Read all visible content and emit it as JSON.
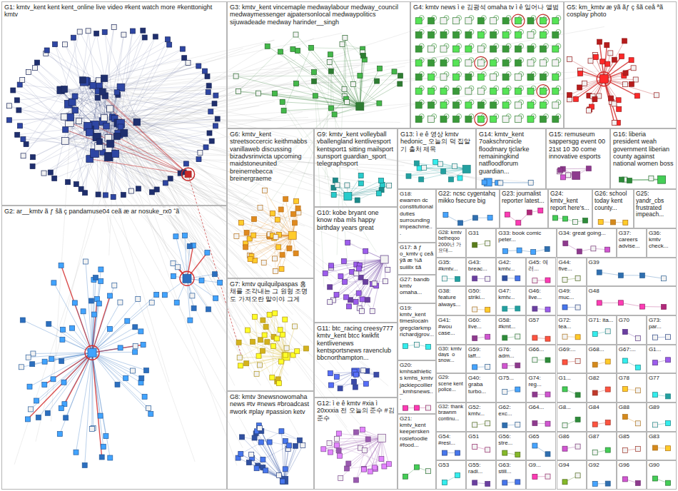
{
  "diagram": {
    "nodes": [
      {
        "text": [
          "G1: kmtv_kent kent kent_online live video #kent watch more #kenttonight kmtv"
        ]
      },
      {
        "text": [
          "G3: kmtv_kent vincemaple medwaylabour medway_council medwaymessenger ajpatersonlocal medwaypolitics sijuwadeade medway harinder__singh"
        ]
      },
      {
        "text": [
          "G4: kmtv news ì e 김광석 omaha tv ì ê 일어나 앨범"
        ]
      },
      {
        "text": [
          "G5: km_kmtv æ ÿã ãƒ ç šã ceå ªã cosplay photo"
        ]
      },
      {
        "text": [
          "G6: kmtv_kent streetsoccercic keithmabbs vanillaweb discussing bizadvsrinvicta upcoming maidstoneunited breinerrebecca breinergraeme"
        ]
      },
      {
        "text": [
          "G9: kmtv_kent volleyball vballengland kentlivesport kentsport1 sitting mailsport sunsport guardian_sport telegraphsport"
        ]
      },
      {
        "text": [
          "G13: ì e ê 영상 kmtv hedonic_ 오늘의 덕 집알기 출처 제목"
        ]
      },
      {
        "text": [
          "G14: kmtv_kent 7oakschronicle floodmary tjclarke remainingkind natfloodforum guardian..."
        ]
      },
      {
        "text": [
          "G15: remuseum sappersgg event 00 21st 10 30 come innovative esports"
        ]
      },
      {
        "text": [
          "G16: liberia president weah government liberian county against national women boss"
        ]
      },
      {
        "text": [
          "G18: ewarren dc constitutional duties surrounding impeachme..."
        ]
      },
      {
        "text": [
          "G22: ncsc cygentahq mikko fsecure big"
        ]
      },
      {
        "text": [
          "G23: journalist reporter latest..."
        ]
      },
      {
        "text": [
          "G24: kmtv_kent report here's..."
        ]
      },
      {
        "text": [
          "G26: school today kent county..."
        ]
      },
      {
        "text": [
          "G25: yandr_cbs frustrated impeach..."
        ]
      },
      {
        "text": [
          "G10: kobe bryant one know nba mls happy birthday years great"
        ]
      },
      {
        "text": [
          "G2: ar__kmtv ã ƒ šã ç pandamuse04 ceã æ ar nosuke_rx0 ˆã"
        ]
      },
      {
        "text": [
          "G28: kmtv betheqoo 2000년 가요대..."
        ]
      },
      {
        "text": [
          "G31"
        ]
      },
      {
        "text": [
          "G33: book comic peter..."
        ]
      },
      {
        "text": [
          "G34: great going..."
        ]
      },
      {
        "text": [
          "G37: careers advise..."
        ]
      },
      {
        "text": [
          "G36: kmtv check..."
        ]
      },
      {
        "text": [
          "G17: ã ƒ o_kmtv ç ceå ÿã æ ¾ã suiillx šã"
        ]
      },
      {
        "text": [
          "G35: #kmtv..."
        ]
      },
      {
        "text": [
          "G43: breac..."
        ]
      },
      {
        "text": [
          "G42: kmtv..."
        ]
      },
      {
        "text": [
          "G45: 여러..."
        ]
      },
      {
        "text": [
          "G44: five..."
        ]
      },
      {
        "text": [
          "G39"
        ]
      },
      {
        "text": [
          "G27: bandb kmtv omaha..."
        ]
      },
      {
        "text": [
          "G7: kmtv quilquilpaspas 홍채를 조각내는 그 원형 조명도 가져오란 말이야 그게"
        ]
      },
      {
        "text": [
          "G38: feature always..."
        ]
      },
      {
        "text": [
          "G50: striki..."
        ]
      },
      {
        "text": [
          "G47: kmtv..."
        ]
      },
      {
        "text": [
          "G46: live..."
        ]
      },
      {
        "text": [
          "G49: muc..."
        ]
      },
      {
        "text": [
          "G48"
        ]
      },
      {
        "text": [
          "G19: kmtv_kent timeslocaln gregclarkmp richardjgrov..."
        ]
      },
      {
        "text": [
          "G41: #wou case..."
        ]
      },
      {
        "text": [
          "G60: live..."
        ]
      },
      {
        "text": [
          "G58: #kmt..."
        ]
      },
      {
        "text": [
          "G57"
        ]
      },
      {
        "text": [
          "G72: tea..."
        ]
      },
      {
        "text": [
          "G71: ita..."
        ]
      },
      {
        "text": [
          "G70"
        ]
      },
      {
        "text": [
          "G73: par..."
        ]
      },
      {
        "text": [
          "G11: btc_racing creesy777 kmtv_kent btcc kwikfit kentlivenews kentsportsnews ravenclub bbcnorthampton..."
        ]
      },
      {
        "text": [
          "G30: kmtv days_o snow..."
        ]
      },
      {
        "text": [
          "G59: laff..."
        ]
      },
      {
        "text": [
          "G76: adm..."
        ]
      },
      {
        "text": [
          "G66..."
        ]
      },
      {
        "text": [
          "G69:..."
        ]
      },
      {
        "text": [
          "G68..."
        ]
      },
      {
        "text": [
          "G67:..."
        ]
      },
      {
        "text": [
          "G1..."
        ]
      },
      {
        "text": [
          "G20: kmhsathletics kmhs_kmtv jackiepcollier _kmhsnews..."
        ]
      },
      {
        "text": [
          "G29: scene kent police..."
        ]
      },
      {
        "text": [
          "G40: graba turbo..."
        ]
      },
      {
        "text": [
          "G75..."
        ]
      },
      {
        "text": [
          "G74: reg..."
        ]
      },
      {
        "text": [
          "G1..."
        ]
      },
      {
        "text": [
          "G82"
        ]
      },
      {
        "text": [
          "G78"
        ]
      },
      {
        "text": [
          "G77"
        ]
      },
      {
        "text": [
          "G8: kmtv 3newsnowomaha news #tv #news #broadcast #work #play #passion ketv"
        ]
      },
      {
        "text": [
          "G12: ì e ê kmtv #xia ì 20xxxia 전 오늘의 준수 #김준수"
        ]
      },
      {
        "text": [
          "G32: thank brawnm continu..."
        ]
      },
      {
        "text": [
          "G52: kmtv..."
        ]
      },
      {
        "text": [
          "G62: exc..."
        ]
      },
      {
        "text": [
          "G64..."
        ]
      },
      {
        "text": [
          "G8..."
        ]
      },
      {
        "text": [
          "G84"
        ]
      },
      {
        "text": [
          "G88"
        ]
      },
      {
        "text": [
          "G89"
        ]
      },
      {
        "text": [
          "G21: kmtv_kent keepersken rosiefoodie #food..."
        ]
      },
      {
        "text": [
          "G54: #resi..."
        ]
      },
      {
        "text": [
          "G51"
        ]
      },
      {
        "text": [
          "G56: stre..."
        ]
      },
      {
        "text": [
          "G65"
        ]
      },
      {
        "text": [
          "G86"
        ]
      },
      {
        "text": [
          "G87"
        ]
      },
      {
        "text": [
          "G85"
        ]
      },
      {
        "text": [
          "G83"
        ]
      },
      {
        "text": [
          "G53"
        ]
      },
      {
        "text": [
          "G55: radi..."
        ]
      },
      {
        "text": [
          "G63: still..."
        ]
      },
      {
        "text": [
          "G9..."
        ]
      },
      {
        "text": [
          "G94"
        ]
      },
      {
        "text": [
          "G92"
        ]
      },
      {
        "text": [
          "G96"
        ]
      },
      {
        "text": [
          "G90"
        ]
      }
    ]
  }
}
